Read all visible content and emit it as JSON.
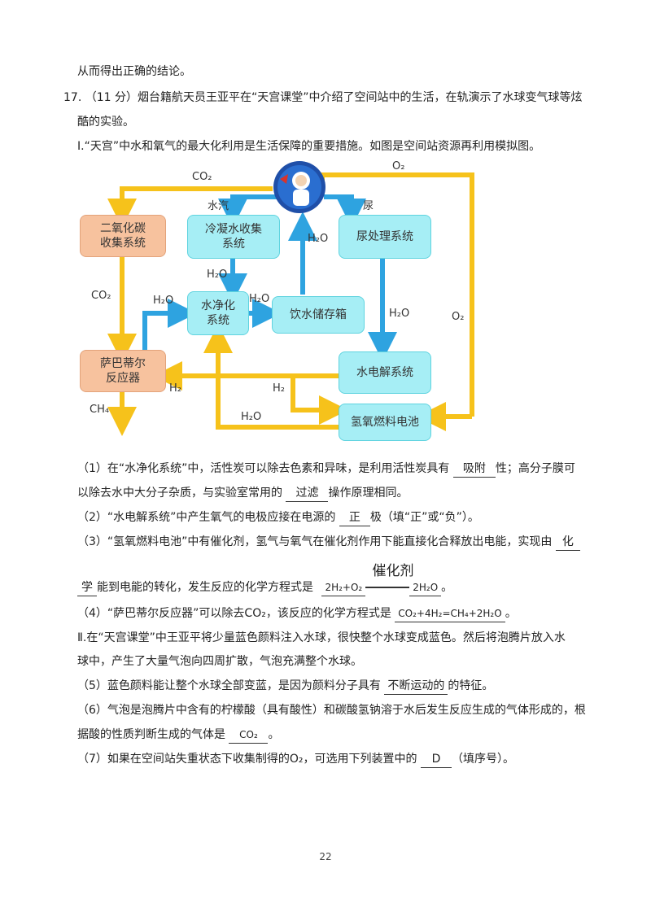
{
  "intro_tail": "从而得出正确的结论。",
  "q17": {
    "number": "17.",
    "points": "（11 分）",
    "stem_1": "烟台籍航天员王亚平在“天宫课堂”中介绍了空间站中的生活，在轨演示了水球变气球等炫",
    "stem_2": "酷的实验。",
    "part1_intro": "Ⅰ.“天宫”中水和氧气的最大化利用是生活保障的重要措施。如图是空间站资源再利用模拟图。"
  },
  "diagram": {
    "boxes": {
      "co2_collect": "二氧化碳\n收集系统",
      "condense": "冷凝水收集\n系统",
      "urine": "尿处理系统",
      "purify": "水净化\n系统",
      "storage": "饮水储存箱",
      "sabatier": "萨巴蒂尔\n反应器",
      "electrolysis": "水电解系统",
      "fuel_cell": "氢氧燃料电池"
    },
    "labels": {
      "co2_top": "CO₂",
      "o2_top": "O₂",
      "vapor": "水汽",
      "urine_in": "尿",
      "h2o_astro": "H₂O",
      "h2o_condense": "H₂O",
      "co2_mid": "CO₂",
      "h2o_left": "H₂O",
      "h2o_purify_out": "H₂O",
      "h2o_urine_down": "H₂O",
      "o2_right": "O₂",
      "h2_left": "H₂",
      "h2_mid": "H₂",
      "ch4": "CH₄",
      "h2o_bottom": "H₂O"
    },
    "colors": {
      "yellow": "#f6c21b",
      "blue": "#2ea3e0",
      "cyan_box": "#a6eef5",
      "salmon_box": "#f7c29e"
    }
  },
  "answers": {
    "q1_a": "（1）在“水净化系统”中，活性炭可以除去色素和异味，是利用活性炭具有",
    "q1_ans1": "吸附",
    "q1_b": "性；高分子膜可",
    "q1_c": "以除去水中大分子杂质，与实验室常用的",
    "q1_ans2": "过滤",
    "q1_d": "操作原理相同。",
    "q2_a": "（2）“水电解系统”中产生氧气的电极应接在电源的",
    "q2_ans": "正",
    "q2_b": "极（填“正”或“负”）。",
    "q3_a": "（3）“氢氧燃料电池”中有催化剂，氢气与氧气在催化剂作用下能直接化合释放出电能，实现由",
    "q3_ans_1": "化",
    "q3_ans_2": "学",
    "q3_b": "能到电能的转化，发生反应的化学方程式是",
    "q3_catalyst": "催化剂",
    "q3_eq_left": "2H₂+O₂",
    "q3_eq_right": "2H₂O",
    "q3_end": "。",
    "q4_a": "（4）“萨巴蒂尔反应器”可以除去CO₂，该反应的化学方程式是",
    "q4_ans": "CO₂+4H₂=CH₄+2H₂O",
    "q4_end": "。",
    "part2_1": "Ⅱ.在“天宫课堂”中王亚平将少量蓝色颜料注入水球，很快整个水球变成蓝色。然后将泡腾片放入水",
    "part2_2": "球中，产生了大量气泡向四周扩散，气泡充满整个水球。",
    "q5_a": "（5）蓝色颜料能让整个水球全部变蓝，是因为颜料分子具有",
    "q5_ans": "不断运动的",
    "q5_b": "的特征。",
    "q6_a": "（6）气泡是泡腾片中含有的柠檬酸（具有酸性）和碳酸氢钠溶于水后发生反应生成的气体形成的，根",
    "q6_b": "据酸的性质判断生成的气体是",
    "q6_ans": "CO₂",
    "q6_end": "。",
    "q7_a": "（7）如果在空间站失重状态下收集制得的O₂，可选用下列装置中的",
    "q7_ans": "D",
    "q7_b": "（填序号）。"
  },
  "page_number": "22"
}
